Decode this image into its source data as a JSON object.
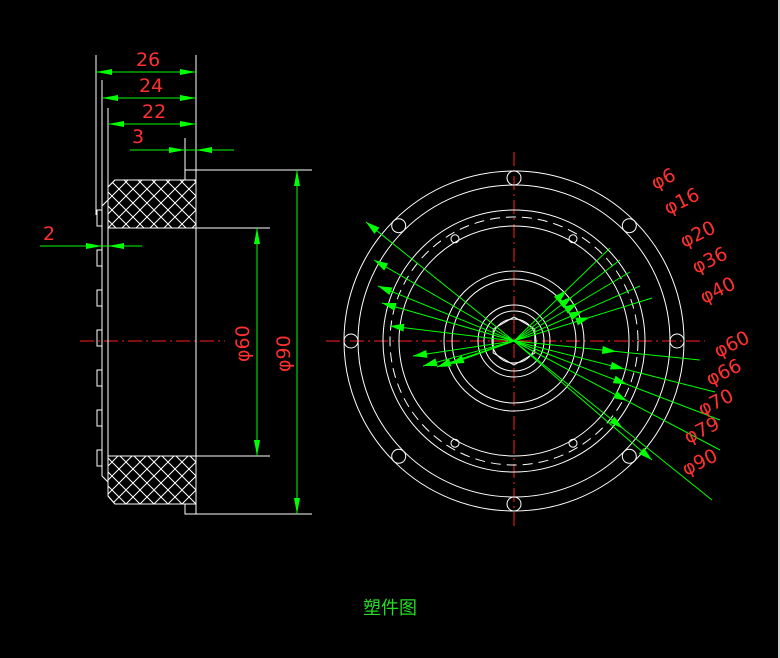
{
  "caption": "塑件图",
  "colors": {
    "background": "#000000",
    "outline": "#ffffff",
    "dimension": "#00ff00",
    "text": "#ff3030",
    "centerline": "#ff2020",
    "caption": "#22dd22"
  },
  "section_view": {
    "dims": {
      "d26": "26",
      "d24": "24",
      "d22": "22",
      "d3": "3",
      "d2": "2",
      "phi60": "φ60",
      "phi90": "φ90"
    }
  },
  "front_view": {
    "diameters": [
      "φ6",
      "φ16",
      "φ20",
      "φ36",
      "φ40",
      "φ60",
      "φ66",
      "φ70",
      "φ79",
      "φ90"
    ]
  }
}
